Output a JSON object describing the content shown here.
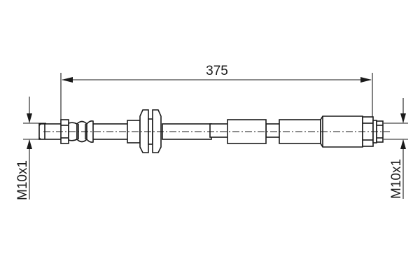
{
  "drawing": {
    "subject": "brake hose technical drawing",
    "overall_length_label": "375",
    "left_thread_label": "M10x1",
    "right_thread_label": "M10x1",
    "line_color": "#1a1a1a",
    "background_color": "#ffffff"
  }
}
